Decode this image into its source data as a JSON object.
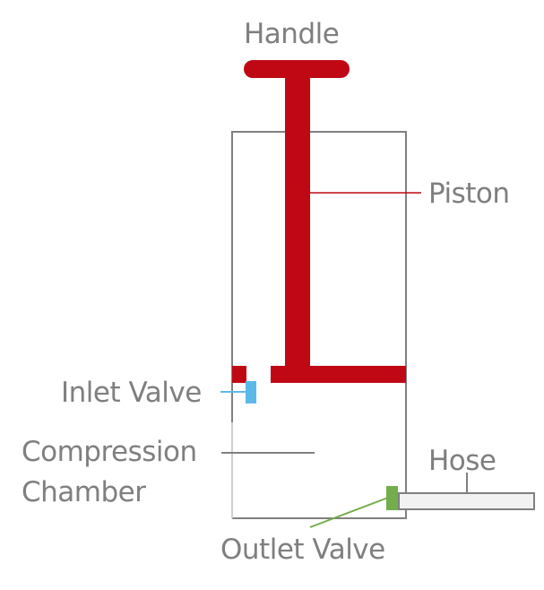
{
  "labels": {
    "handle": "Handle",
    "piston": "Piston",
    "inlet_valve": "Inlet Valve",
    "compression_chamber_line1": "Compression",
    "compression_chamber_line2": "Chamber",
    "hose": "Hose",
    "outlet_valve": "Outlet Valve"
  },
  "colors": {
    "piston": "#c00814",
    "inlet_valve": "#5bb9e8",
    "outlet_valve": "#74ad4c",
    "outline": "#808080",
    "hose_fill": "#f2f2f2",
    "text": "#7f7f7f"
  }
}
